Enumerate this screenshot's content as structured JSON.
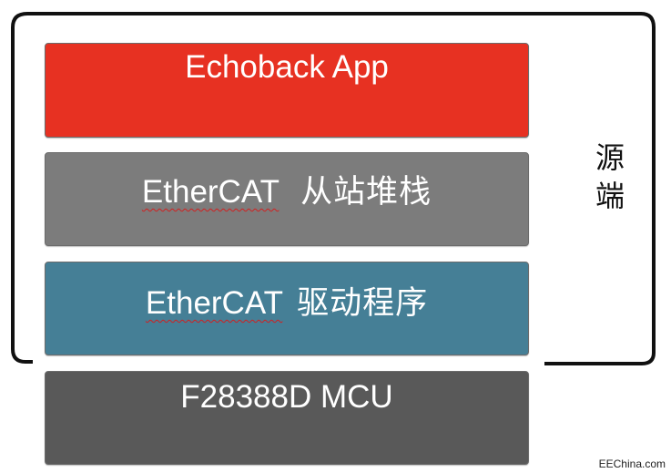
{
  "layers": {
    "app": {
      "label": "Echoback App",
      "color": "#e73122"
    },
    "stack": {
      "label_en": "EtherCAT",
      "label_cn": "从站堆栈",
      "color": "#7c7c7c"
    },
    "driver": {
      "label_en": "EtherCAT",
      "label_cn": "驱动程序",
      "color": "#457f96"
    },
    "mcu": {
      "label": "F28388D MCU",
      "color": "#595959"
    }
  },
  "bracket": {
    "label": "源端"
  },
  "watermark": "EEChina.com"
}
